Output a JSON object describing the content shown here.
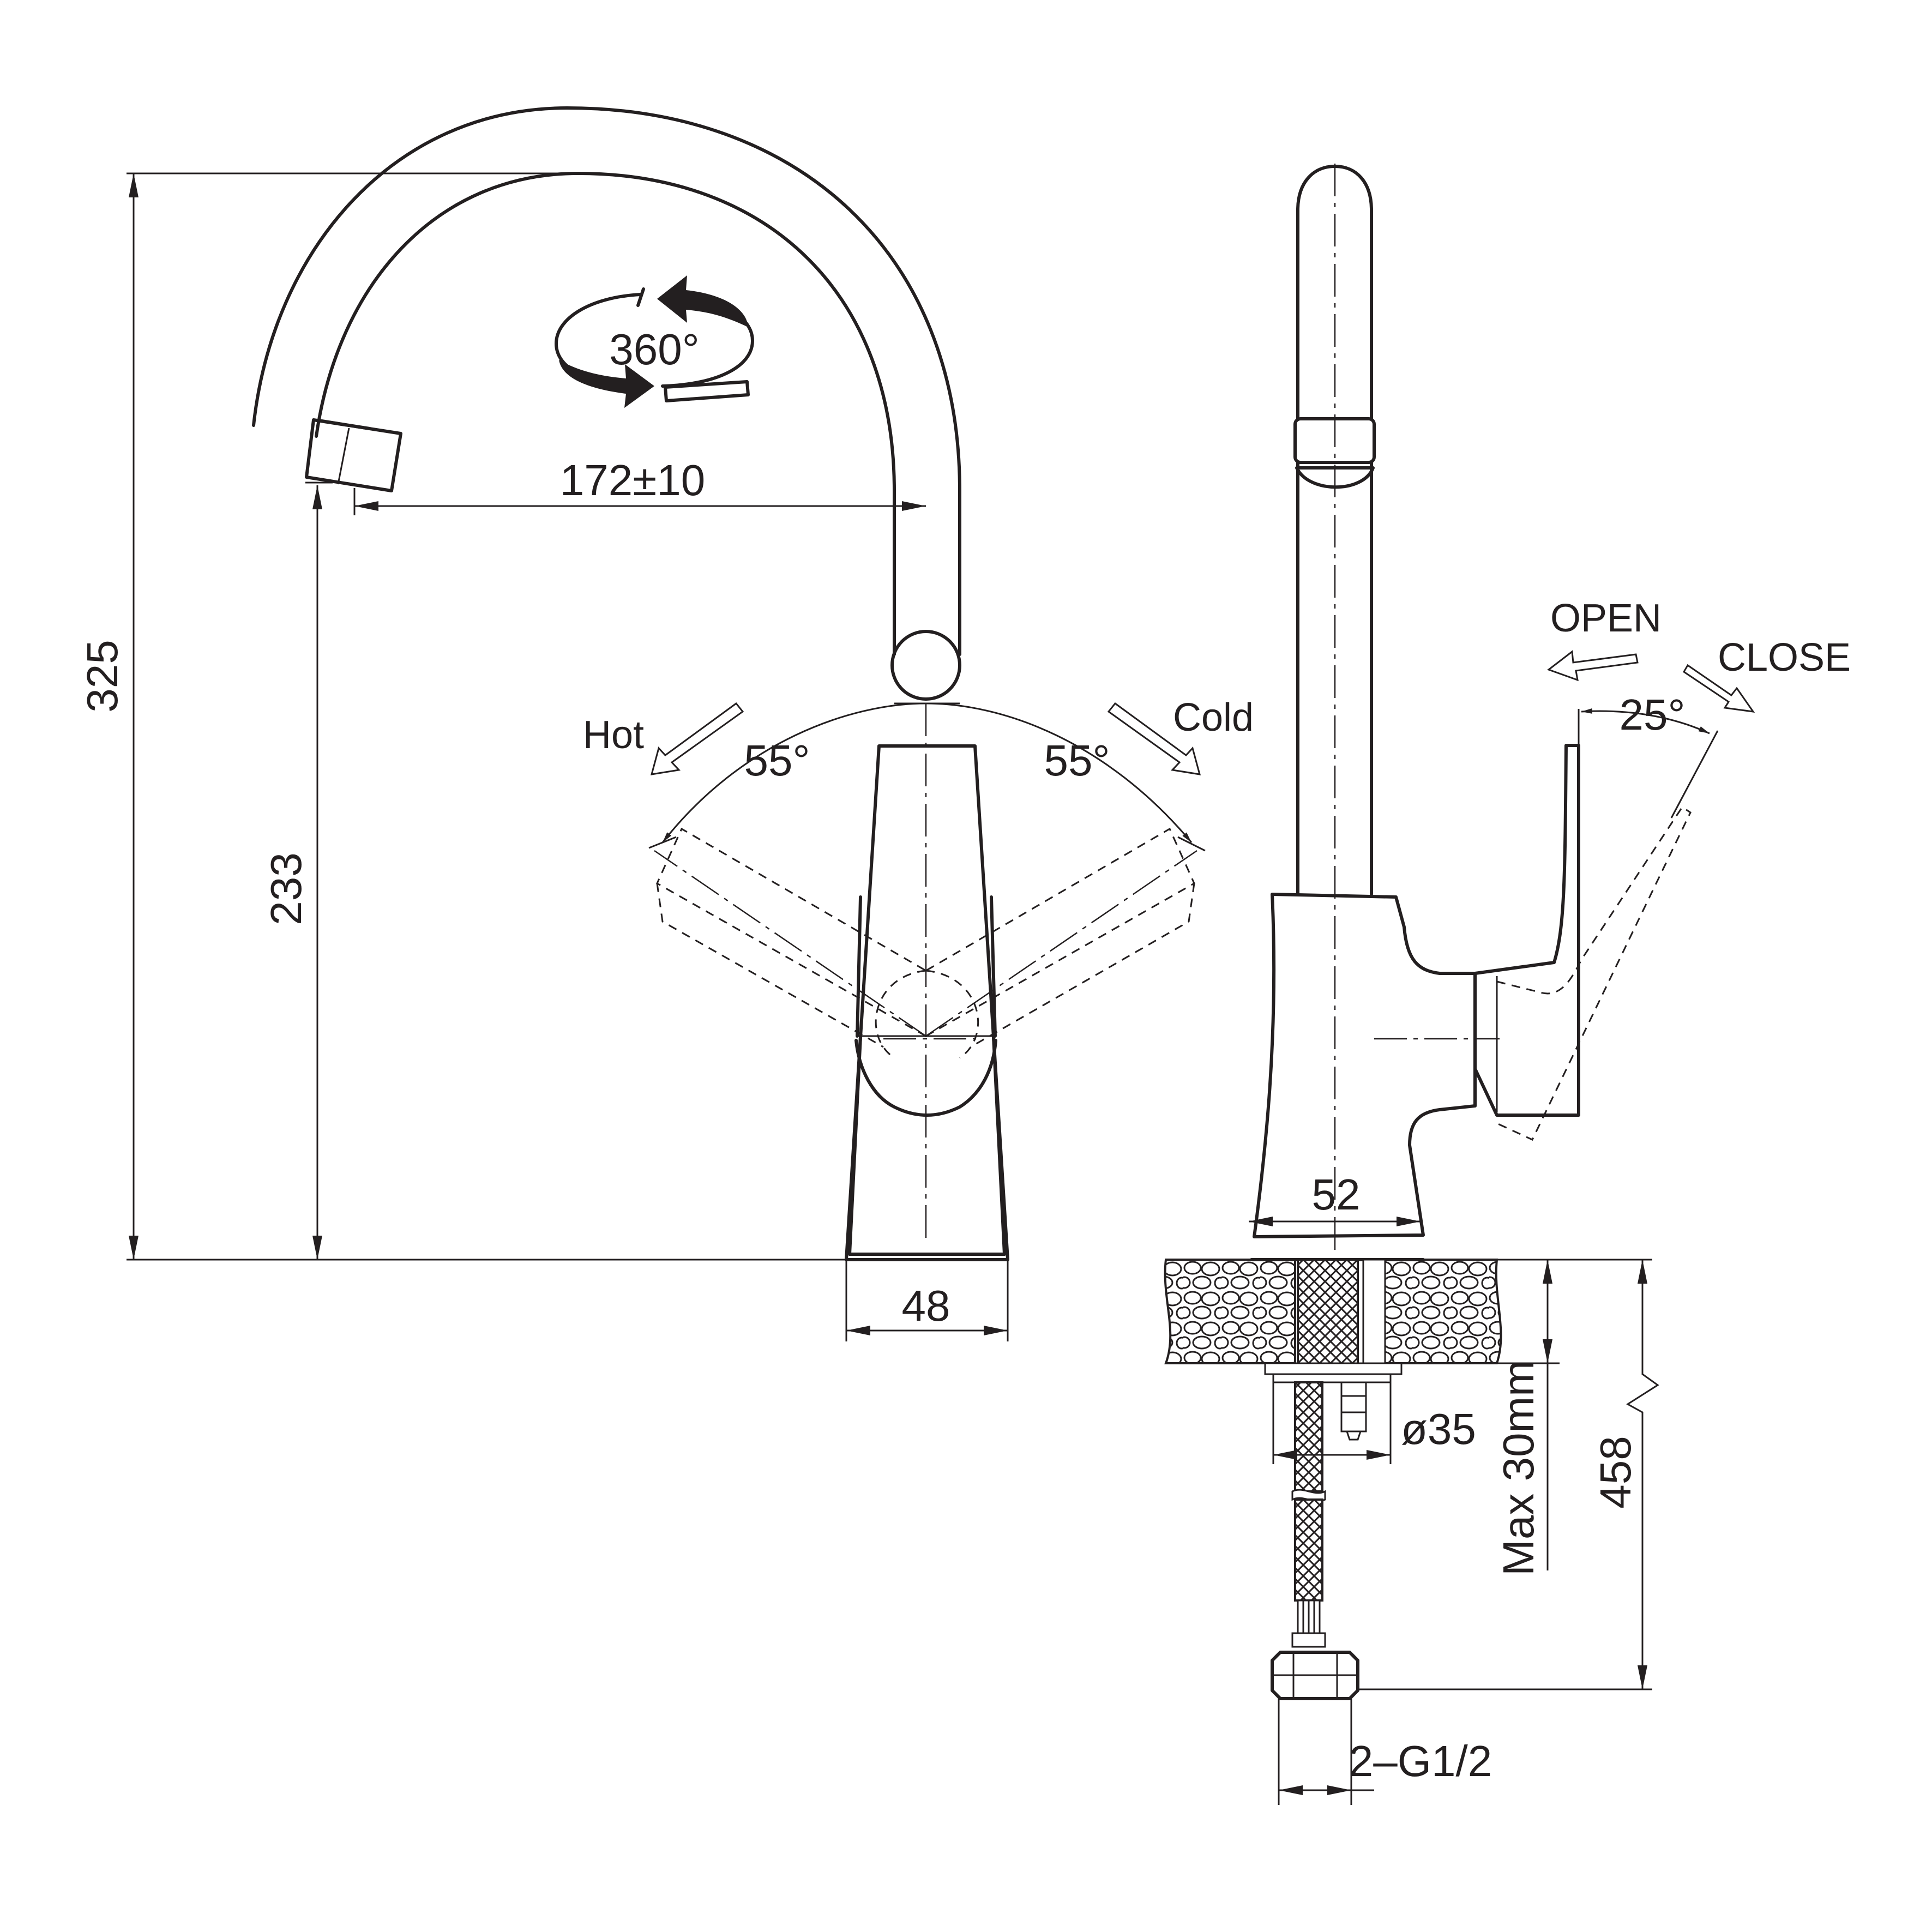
{
  "dimensions": {
    "total_height": "325",
    "spout_height": "233",
    "spout_reach": "172±10",
    "base_width_front": "48",
    "base_width_side": "52",
    "hole_diameter": "ø35",
    "max_thickness": "Max 30mm",
    "hose_length": "458",
    "connection": "2–G1/2"
  },
  "labels": {
    "rotation": "360°",
    "hot": "Hot",
    "cold": "Cold",
    "angle_hot": "55°",
    "angle_cold": "55°",
    "open": "OPEN",
    "close": "CLOSE",
    "angle_lever": "25°"
  },
  "colors": {
    "line": "#231f20",
    "background": "#ffffff"
  },
  "icons": {
    "rotation": "rotate-360-arrows-icon",
    "direction": "outline-arrow-icon"
  }
}
